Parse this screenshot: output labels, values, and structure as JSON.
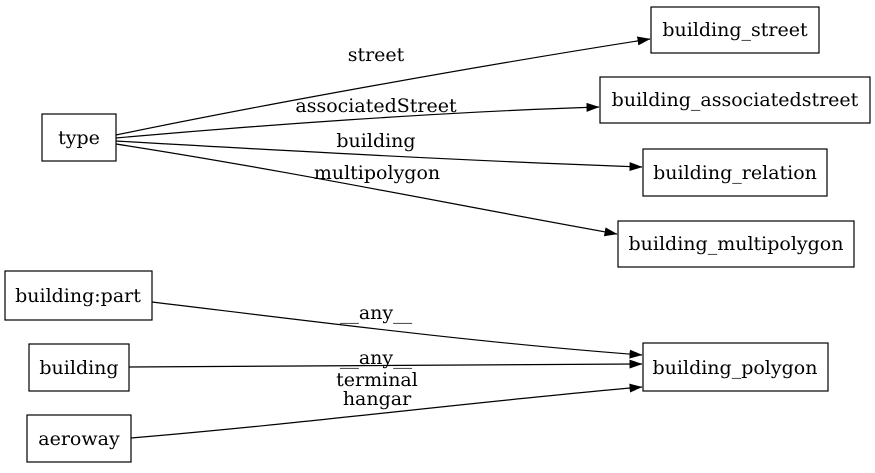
{
  "diagram": {
    "title": "tag-to-table mapping graph",
    "colors": {
      "background": "#ffffff",
      "stroke": "#000000",
      "text": "#000000",
      "node_fill": "#ffffff"
    },
    "nodes": [
      {
        "id": "type",
        "label": "type"
      },
      {
        "id": "building_street",
        "label": "building_street"
      },
      {
        "id": "building_associatedstreet",
        "label": "building_associatedstreet"
      },
      {
        "id": "building_relation",
        "label": "building_relation"
      },
      {
        "id": "building_multipolygon",
        "label": "building_multipolygon"
      },
      {
        "id": "building:part",
        "label": "building:part"
      },
      {
        "id": "building",
        "label": "building"
      },
      {
        "id": "aeroway",
        "label": "aeroway"
      },
      {
        "id": "building_polygon",
        "label": "building_polygon"
      }
    ],
    "edges": [
      {
        "from": "type",
        "to": "building_street",
        "label": "street"
      },
      {
        "from": "type",
        "to": "building_associatedstreet",
        "label": "associatedStreet"
      },
      {
        "from": "type",
        "to": "building_relation",
        "label": "building"
      },
      {
        "from": "type",
        "to": "building_multipolygon",
        "label": "multipolygon"
      },
      {
        "from": "building:part",
        "to": "building_polygon",
        "label": "__any__"
      },
      {
        "from": "building",
        "to": "building_polygon",
        "label": "__any__"
      },
      {
        "from": "aeroway",
        "to": "building_polygon",
        "label": "terminal hangar",
        "label_lines": [
          "terminal",
          "hangar"
        ]
      }
    ]
  }
}
